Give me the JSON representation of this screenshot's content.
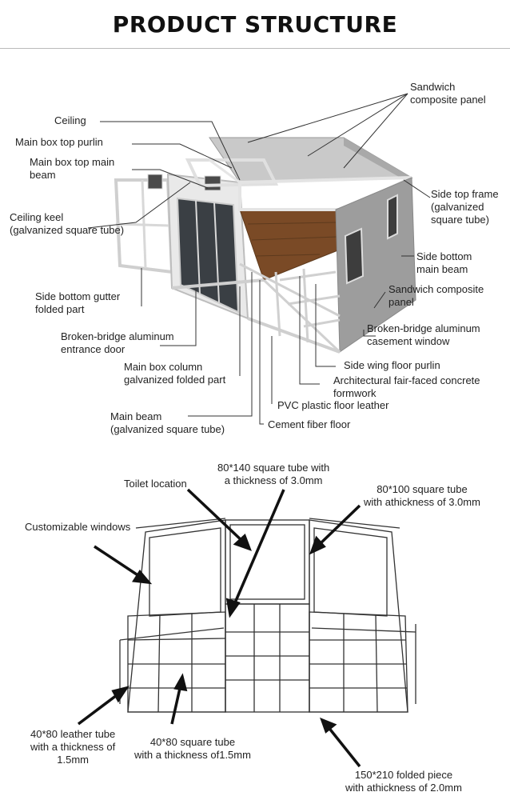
{
  "header": {
    "title": "PRODUCT STRUCTURE"
  },
  "top_labels": {
    "sandwich_panel": "Sandwich\ncomposite panel",
    "ceiling": "Ceiling",
    "main_box_top_purlin": "Main box top purlin",
    "main_box_top_main_beam": "Main box top main\nbeam",
    "ceiling_keel": "Ceiling keel\n(galvanized square tube)",
    "side_top_frame": "Side top frame\n(galvanized\nsquare tube)",
    "side_bottom_main_beam": "Side bottom\nmain beam",
    "sandwich_composite_panel_2": "Sandwich composite\npanel",
    "side_bottom_gutter": "Side bottom gutter\nfolded part",
    "broken_bridge_casement": "Broken-bridge aluminum\ncasement window",
    "broken_bridge_door": "Broken-bridge aluminum\nentrance door",
    "side_wing_floor_purlin": "Side wing floor purlin",
    "main_box_column": "Main box column\ngalvanized folded part",
    "architectural_concrete": "Architectural fair-faced concrete\nformwork",
    "pvc_floor": "PVC plastic floor leather",
    "main_beam": "Main beam\n(galvanized square tube)",
    "cement_fiber_floor": "Cement fiber floor"
  },
  "bottom_labels": {
    "tube_80_140": "80*140 square tube with\na thickness of 3.0mm",
    "toilet_location": "Toilet location",
    "tube_80_100": "80*100 square tube\nwith athickness of 3.0mm",
    "customizable_windows": "Customizable windows",
    "leather_tube_40_80": "40*80 leather tube\nwith a thickness of\n1.5mm",
    "square_tube_40_80": "40*80 square tube\nwith a thickness of1.5mm",
    "folded_piece_150_210": "150*210 folded piece\nwith athickness of 2.0mm"
  },
  "colors": {
    "floor_wood": "#7a4a26",
    "panel_gray": "#b8b8b8",
    "frame_white": "#f4f4f4",
    "leader_line": "#333333",
    "title_text": "#111111"
  }
}
